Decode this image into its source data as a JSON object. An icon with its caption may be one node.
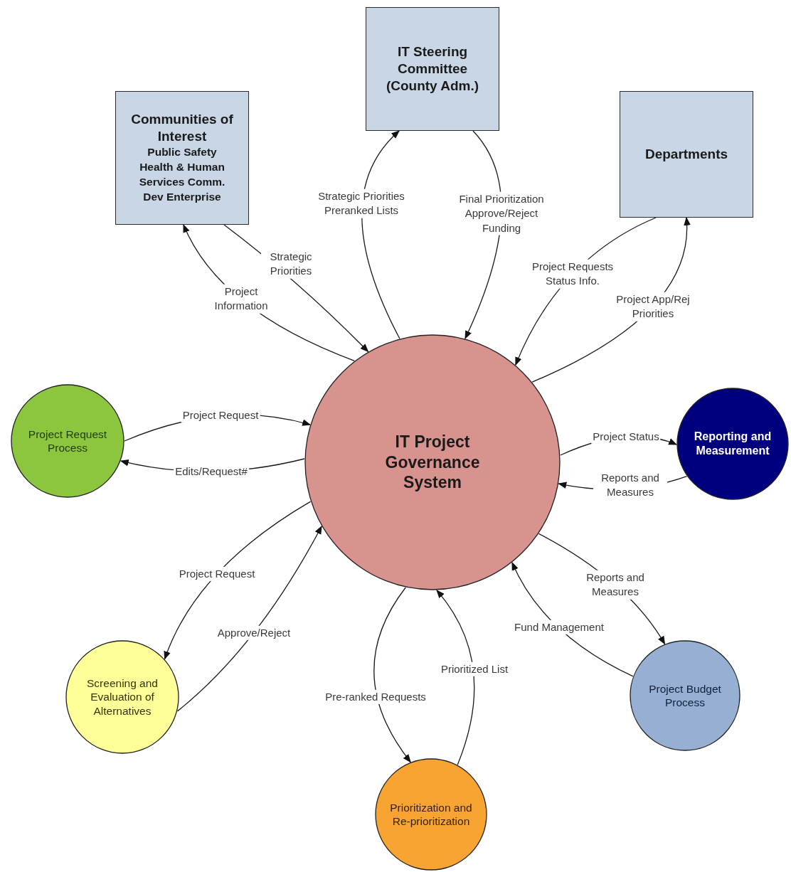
{
  "diagram": {
    "nodes": [
      {
        "text": [
          "Communities of Interest",
          "Public Safety Health & Human Services Comm. Dev Enterprise"
        ]
      },
      {
        "text": [
          "IT Steering Committee (County Adm.)"
        ]
      },
      {
        "text": [
          "Departments"
        ]
      },
      {
        "text": [
          "Project Request Process"
        ]
      },
      {
        "text": [
          "IT Project Governance System"
        ]
      },
      {
        "text": [
          "Reporting and Measurement"
        ]
      },
      {
        "text": [
          "Screening and Evaluation of Alternatives"
        ]
      },
      {
        "text": [
          "Prioritization and Re-prioritization"
        ]
      },
      {
        "text": [
          "Project Budget Process"
        ]
      }
    ],
    "edges": [
      {
        "from": 4,
        "to": 0,
        "arrow": "to",
        "label": "Project Information"
      },
      {
        "from": 0,
        "to": 4,
        "arrow": "to",
        "label": "Strategic Priorities"
      },
      {
        "from": 4,
        "to": 1,
        "arrow": "to",
        "label": "Strategic Priorities Preranked Lists"
      },
      {
        "from": 1,
        "to": 4,
        "arrow": "to",
        "label": "Final Prioritization Approve/Reject Funding"
      },
      {
        "from": 2,
        "to": 4,
        "arrow": "to",
        "label": "Project Requests Status Info."
      },
      {
        "from": 4,
        "to": 2,
        "arrow": "to",
        "label": "Project App/Rej Priorities"
      },
      {
        "from": 3,
        "to": 4,
        "arrow": "to",
        "label": "Project Request"
      },
      {
        "from": 4,
        "to": 3,
        "arrow": "to",
        "label": "Edits/Request#"
      },
      {
        "from": 4,
        "to": 5,
        "arrow": "to",
        "label": "Project Status"
      },
      {
        "from": 5,
        "to": 4,
        "arrow": "to",
        "label": "Reports and Measures"
      },
      {
        "from": 4,
        "to": 6,
        "arrow": "to",
        "label": "Project Request"
      },
      {
        "from": 6,
        "to": 4,
        "arrow": "to",
        "label": "Approve/Reject"
      },
      {
        "from": 4,
        "to": 7,
        "arrow": "to",
        "label": "Pre-ranked Requests"
      },
      {
        "from": 7,
        "to": 4,
        "arrow": "to",
        "label": "Prioritized List"
      },
      {
        "from": 4,
        "to": 8,
        "arrow": "to",
        "label": "Reports and Measures"
      },
      {
        "from": 8,
        "to": 4,
        "arrow": "to",
        "label": "Fund Management"
      }
    ]
  }
}
